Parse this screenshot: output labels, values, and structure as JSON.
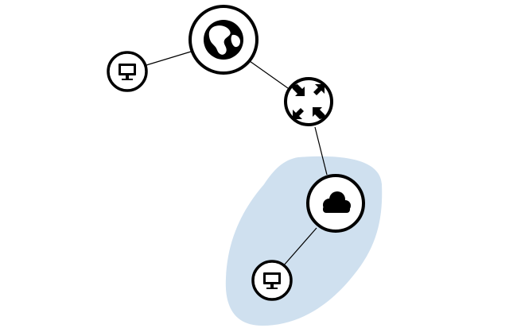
{
  "colors": {
    "background": "#ffffff",
    "stroke": "#000000",
    "node_fill": "#ffffff",
    "icon": "#000000",
    "group_fill": "#cfe0ef"
  },
  "nodes": [
    {
      "id": "internet",
      "icon": "globe-icon"
    },
    {
      "id": "router",
      "icon": "router-arrows-icon"
    },
    {
      "id": "cloud",
      "icon": "cloud-icon"
    },
    {
      "id": "workstation-top",
      "icon": "monitor-icon"
    },
    {
      "id": "workstation-bottom",
      "icon": "monitor-icon"
    }
  ],
  "links": [
    {
      "from": "workstation-top",
      "to": "internet"
    },
    {
      "from": "internet",
      "to": "router"
    },
    {
      "from": "router",
      "to": "cloud"
    },
    {
      "from": "cloud",
      "to": "workstation-bottom"
    }
  ],
  "groups": [
    {
      "members": [
        "cloud",
        "workstation-bottom"
      ]
    }
  ]
}
